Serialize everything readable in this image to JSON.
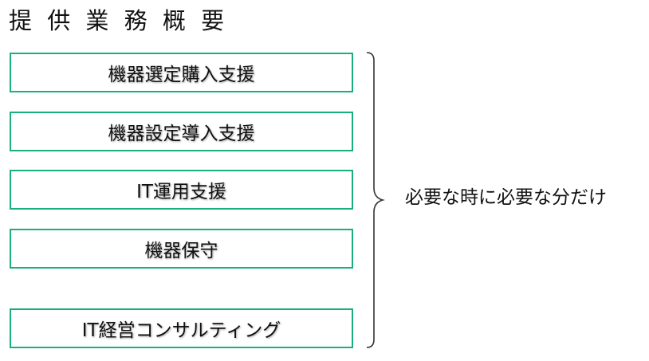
{
  "title": "提 供 業 務 概 要",
  "services": [
    {
      "label": "機器選定購入支援"
    },
    {
      "label": "機器設定導入支援"
    },
    {
      "label": "IT運用支援"
    },
    {
      "label": "機器保守"
    },
    {
      "label": "IT経営コンサルティング"
    }
  ],
  "brace_note": "必要な時に必要な分だけ",
  "colors": {
    "box_border": "#1aaf7e",
    "text": "#111111",
    "background": "#ffffff"
  }
}
